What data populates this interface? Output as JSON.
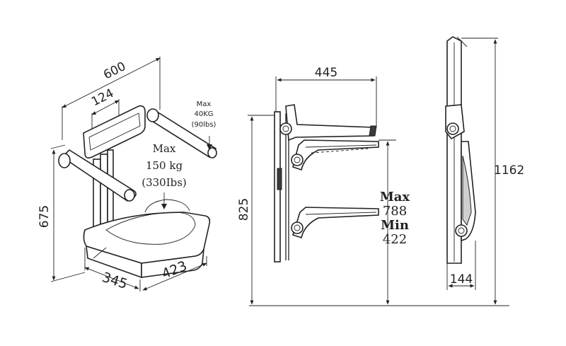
{
  "left_view": {
    "dim_width": "600",
    "dim_backrest": "124",
    "dim_height": "675",
    "dim_seat_depth": "345",
    "dim_seat_width": "423",
    "armrest_load_line1": "Max",
    "armrest_load_line2": "40KG",
    "armrest_load_line3": "(90lbs)",
    "seat_load_line1": "Max",
    "seat_load_line2": "150 kg",
    "seat_load_line3": "(330Ibs)"
  },
  "middle_view": {
    "dim_width": "445",
    "dim_mount_height": "825",
    "range_max_label": "Max",
    "range_max_value": "788",
    "range_min_label": "Min",
    "range_min_value": "422"
  },
  "right_view": {
    "dim_total_height": "1162",
    "dim_depth": "144"
  },
  "colors": {
    "line": "#222222",
    "fill_dark": "#3a3a3a",
    "fill_grey": "#cfcfcf"
  }
}
